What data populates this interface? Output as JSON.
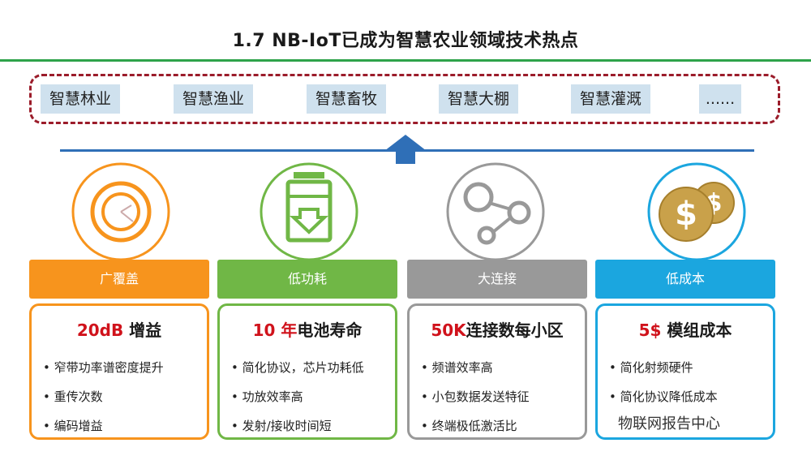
{
  "title": "1.7 NB-IoT已成为智慧农业领域技术热点",
  "domains": [
    "智慧林业",
    "智慧渔业",
    "智慧畜牧",
    "智慧大棚",
    "智慧灌溉",
    "......"
  ],
  "categories": [
    {
      "label": "广覆盖",
      "color": "#f7941d",
      "icon": "target-icon",
      "head_hl": "20dB",
      "head_rest": " 增益",
      "bullets": [
        "窄带功率谱密度提升",
        "重传次数",
        "编码增益"
      ]
    },
    {
      "label": "低功耗",
      "color": "#70b746",
      "icon": "battery-icon",
      "head_hl": "10 年",
      "head_rest": "电池寿命",
      "bullets": [
        "简化协议，芯片功耗低",
        "功放效率高",
        "发射/接收时间短"
      ]
    },
    {
      "label": "大连接",
      "color": "#999999",
      "icon": "connection-icon",
      "head_hl": "50K",
      "head_rest": "连接数每小区",
      "bullets": [
        "频谱效率高",
        "小包数据发送特征",
        "终端极低激活比"
      ]
    },
    {
      "label": "低成本",
      "color": "#1ba6df",
      "icon": "coins-icon",
      "head_hl": "5$",
      "head_rest": " 模组成本",
      "bullets": [
        "简化射频硬件",
        "简化协议降低成本"
      ]
    }
  ],
  "watermark": "物联网报告中心"
}
